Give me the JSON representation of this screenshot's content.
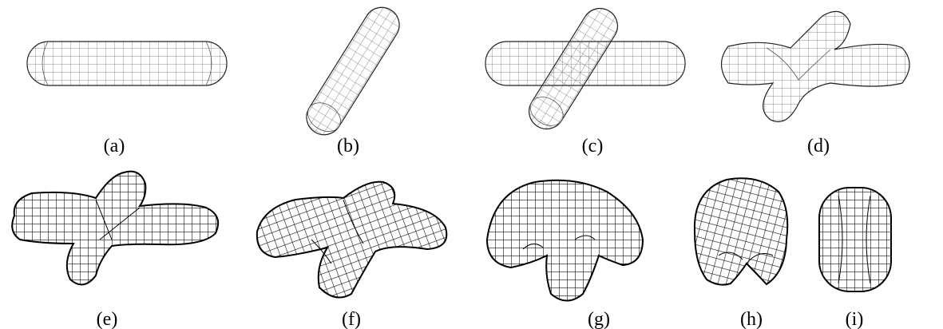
{
  "panels": [
    {
      "id": "a",
      "label": "(a)",
      "shape": "horizontal-capsule-wireframe"
    },
    {
      "id": "b",
      "label": "(b)",
      "shape": "tilted-capsule-wireframe"
    },
    {
      "id": "c",
      "label": "(c)",
      "shape": "crossed-capsules-wireframe"
    },
    {
      "id": "d",
      "label": "(d)",
      "shape": "blended-cross-wireframe"
    },
    {
      "id": "e",
      "label": "(e)",
      "shape": "cross-blob-deformation-1"
    },
    {
      "id": "f",
      "label": "(f)",
      "shape": "cross-blob-deformation-2"
    },
    {
      "id": "g",
      "label": "(g)",
      "shape": "cross-blob-deformation-3"
    },
    {
      "id": "h",
      "label": "(h)",
      "shape": "cross-blob-deformation-4"
    },
    {
      "id": "i",
      "label": "(i)",
      "shape": "rounded-box-wireframe"
    }
  ],
  "colors": {
    "line": "#000000",
    "light_line": "#555555",
    "background": "#ffffff"
  }
}
